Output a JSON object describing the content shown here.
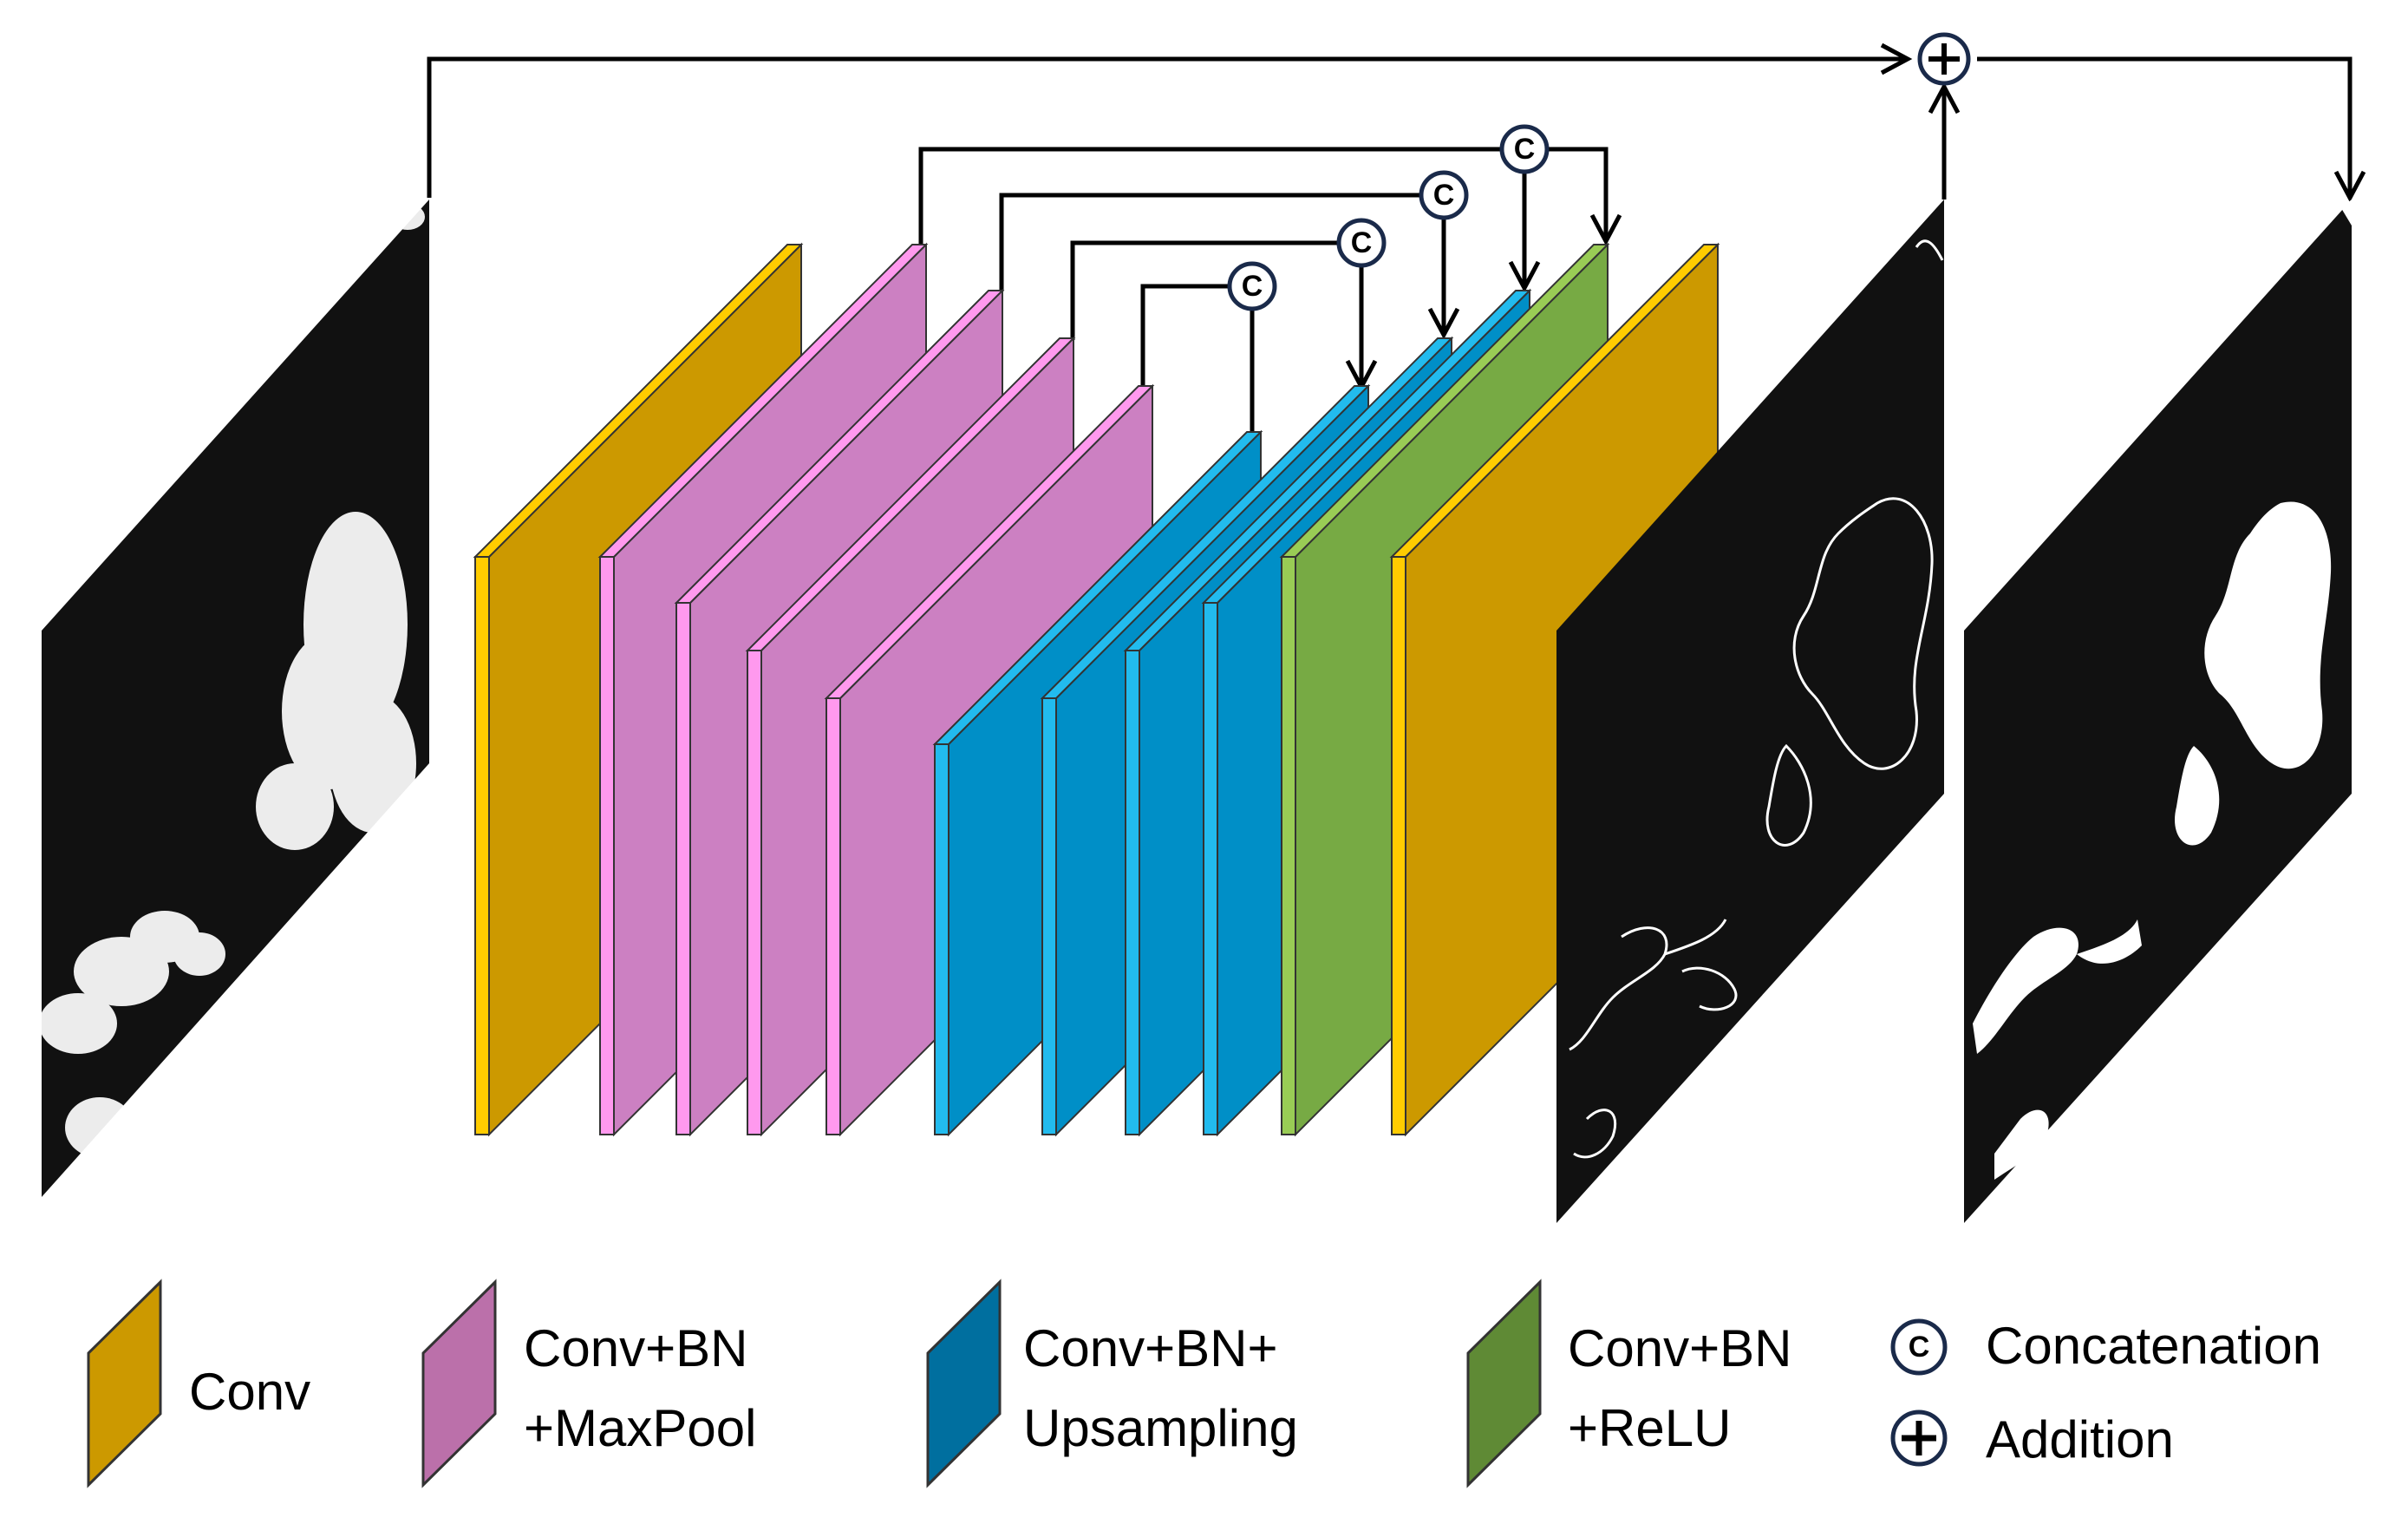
{
  "colors": {
    "conv": "#cc9900",
    "conv_edge": "#ffcc00",
    "conv_bn_maxpool": "#cc80c2",
    "conv_bn_maxpool_edge": "#ff99ee",
    "conv_bn_upsampling": "#008fc7",
    "conv_bn_upsampling_edge": "#22bbee",
    "conv_bn_relu": "#77aa44",
    "conv_bn_relu_edge": "#99cc55",
    "legend_conv": "#cc9900",
    "legend_maxpool": "#bb70aa",
    "legend_upsampling": "#006f9f",
    "legend_relu": "#5f8a35"
  },
  "symbols": {
    "concat": "C",
    "add": "+"
  },
  "legend": {
    "conv": "Conv",
    "maxpool_line1": "Conv+BN",
    "maxpool_line2": "+MaxPool",
    "upsampling_line1": "Conv+BN+",
    "upsampling_line2": "Upsampling",
    "relu_line1": "Conv+BN",
    "relu_line2": "+ReLU",
    "concatenation": "Concatenation",
    "addition": "Addition"
  },
  "images": {
    "input": "blurry-cloud-mask-image",
    "edge": "edge-outline-image",
    "output": "binary-cloud-mask-image"
  }
}
